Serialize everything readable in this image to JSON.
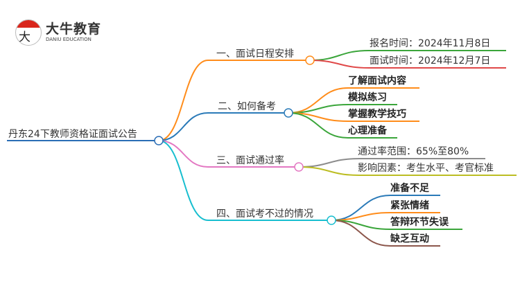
{
  "logo": {
    "mark": "大牛",
    "name": "大牛教育",
    "subtitle": "DANIU EDUCATION"
  },
  "root": {
    "label": "丹东24下教师资格证面试公告",
    "color": "#2a6db5"
  },
  "branches": [
    {
      "label": "一、面试日程安排",
      "color": "#ff8c1a",
      "children": [
        {
          "label": "报名时间：2024年11月8日",
          "color": "#3aa53a"
        },
        {
          "label": "面试时间：2024年12月7日",
          "color": "#e04848"
        }
      ]
    },
    {
      "label": "二、如何备考",
      "color": "#2a7ab8",
      "children": [
        {
          "label": "了解面试内容",
          "color": "#ff8c1a"
        },
        {
          "label": "模拟练习",
          "color": "#3aa53a"
        },
        {
          "label": "掌握教学技巧",
          "color": "#ff8c1a"
        },
        {
          "label": "心理准备",
          "color": "#3aa53a"
        }
      ]
    },
    {
      "label": "三、面试通过率",
      "color": "#e377c2",
      "children": [
        {
          "label": "通过率范围：65%至80%",
          "color": "#8c8c8c"
        },
        {
          "label": "影响因素：考生水平、考官标准",
          "color": "#bcbd22"
        }
      ]
    },
    {
      "label": "四、面试考不过的情况",
      "color": "#17becf",
      "children": [
        {
          "label": "准备不足",
          "color": "#2a7ab8"
        },
        {
          "label": "紧张情绪",
          "color": "#ff8c1a"
        },
        {
          "label": "答辩环节失误",
          "color": "#3aa53a"
        },
        {
          "label": "缺乏互动",
          "color": "#8c564b"
        }
      ]
    }
  ]
}
